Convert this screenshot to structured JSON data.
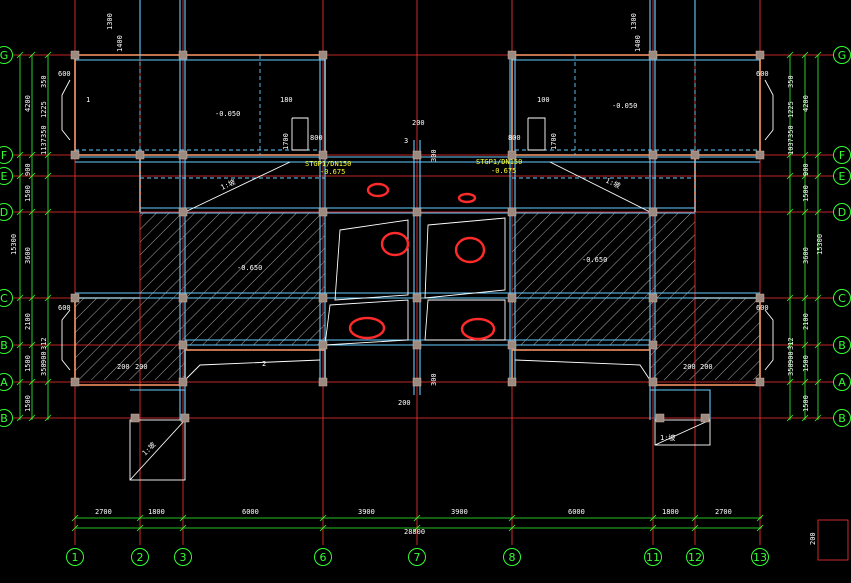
{
  "grid_axes": {
    "columns": [
      "1",
      "2",
      "3",
      "6",
      "7",
      "8",
      "11",
      "12",
      "13"
    ],
    "rows": [
      "G",
      "F",
      "E",
      "D",
      "C",
      "B",
      "A"
    ],
    "row_lower_extra": "B"
  },
  "dimensions": {
    "bottom_spans": [
      "2700",
      "1800",
      "6000",
      "3900",
      "3900",
      "6000",
      "1800",
      "2700"
    ],
    "bottom_total": "28800",
    "left_rows": [
      "4200",
      "900",
      "1500",
      "3600",
      "2100",
      "1500",
      "1500"
    ],
    "left_total": "15300",
    "right_rows": [
      "4200",
      "900",
      "1500",
      "3600",
      "2100",
      "1500",
      "1500"
    ],
    "right_total": "15300",
    "left_detail": [
      "350",
      "1225",
      "350",
      "1137",
      "312",
      "900",
      "350"
    ],
    "right_detail": [
      "350",
      "1225",
      "350",
      "1037",
      "312",
      "900",
      "350"
    ],
    "top_vertical": [
      "1300",
      "1300"
    ],
    "top_small_left": "1400",
    "top_small_right": "1400",
    "bottom_right_small": "200"
  },
  "annotations": {
    "elev_a": "-0.050",
    "elev_b": "-0.050",
    "elev_c": "-0.650",
    "elev_d": "-0.650",
    "slab_label_a": "STGP1/DN150",
    "slab_label_b": "STGP1/DN150",
    "slab_sub_a": "-0.675",
    "slab_sub_b": "-0.675",
    "callout_800_a": "800",
    "callout_800_b": "800",
    "callout_1700_a": "1700",
    "callout_1700_b": "1700",
    "callout_180_a": "180",
    "callout_180_b": "100",
    "center_200_top": "200",
    "center_200_bottom": "200",
    "center_300_top": "300",
    "center_300_bottom": "300",
    "left_600_top": "600",
    "left_600_bottom": "600",
    "right_600_top": "600",
    "right_600_bottom": "600",
    "bot_200_a": "200",
    "bot_200_b": "200",
    "bot_200_c": "200",
    "bot_200_d": "200",
    "label_1": "1",
    "label_2": "2",
    "label_3": "3",
    "ramp_a": "1:坡",
    "ramp_b": "1:坡",
    "ramp_c": "1:坡",
    "ramp_d": "1:坡"
  },
  "colors": {
    "grid": "#ff3333",
    "dimension": "#33ff33",
    "wall": "#ff9966",
    "beam": "#66ccff",
    "column": "#9a8a80",
    "hatch": "#ffffff",
    "highlight": "#ff2a2a",
    "label": "#ffff33"
  }
}
